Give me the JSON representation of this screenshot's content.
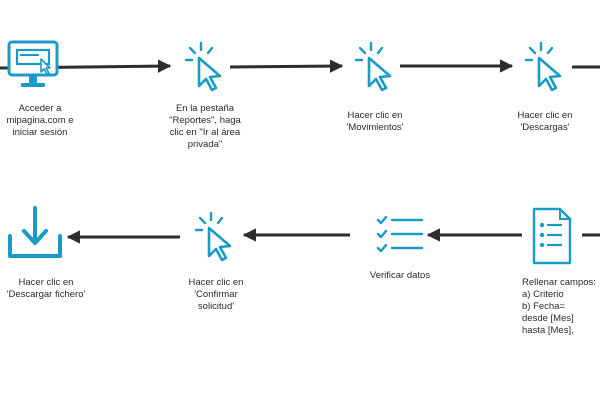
{
  "steps": [
    {
      "id": "s1",
      "icon": "monitor-cursor-icon",
      "label": "Acceder a\nmipagina.com e\niniciar sesión"
    },
    {
      "id": "s2",
      "icon": "click-cursor-icon",
      "label": "En la pestaña\n\"Reportes\", haga\nclic en \"Ir al área\nprivada\""
    },
    {
      "id": "s3",
      "icon": "click-cursor-icon",
      "label": "Hacer clic en\n'Movimientos'"
    },
    {
      "id": "s4",
      "icon": "click-cursor-icon",
      "label": "Hacer clic en\n'Descargas'"
    },
    {
      "id": "s5",
      "icon": "form-document-icon",
      "label": "Rellenar campos:\na) Criterio\nb) Fecha=\ndesde [Mes]\nhasta [Mes],"
    },
    {
      "id": "s6",
      "icon": "checklist-icon",
      "label": "Verificar datos"
    },
    {
      "id": "s7",
      "icon": "click-cursor-icon",
      "label": "Hacer clic en\n'Confirmar\nsolicitud'"
    },
    {
      "id": "s8",
      "icon": "download-icon",
      "label": "Hacer clic en\n'Descargar fichero'"
    }
  ],
  "colors": {
    "accent": "#1a9ac6",
    "arrow": "#2d2d2d",
    "text": "#2b2b2b"
  }
}
